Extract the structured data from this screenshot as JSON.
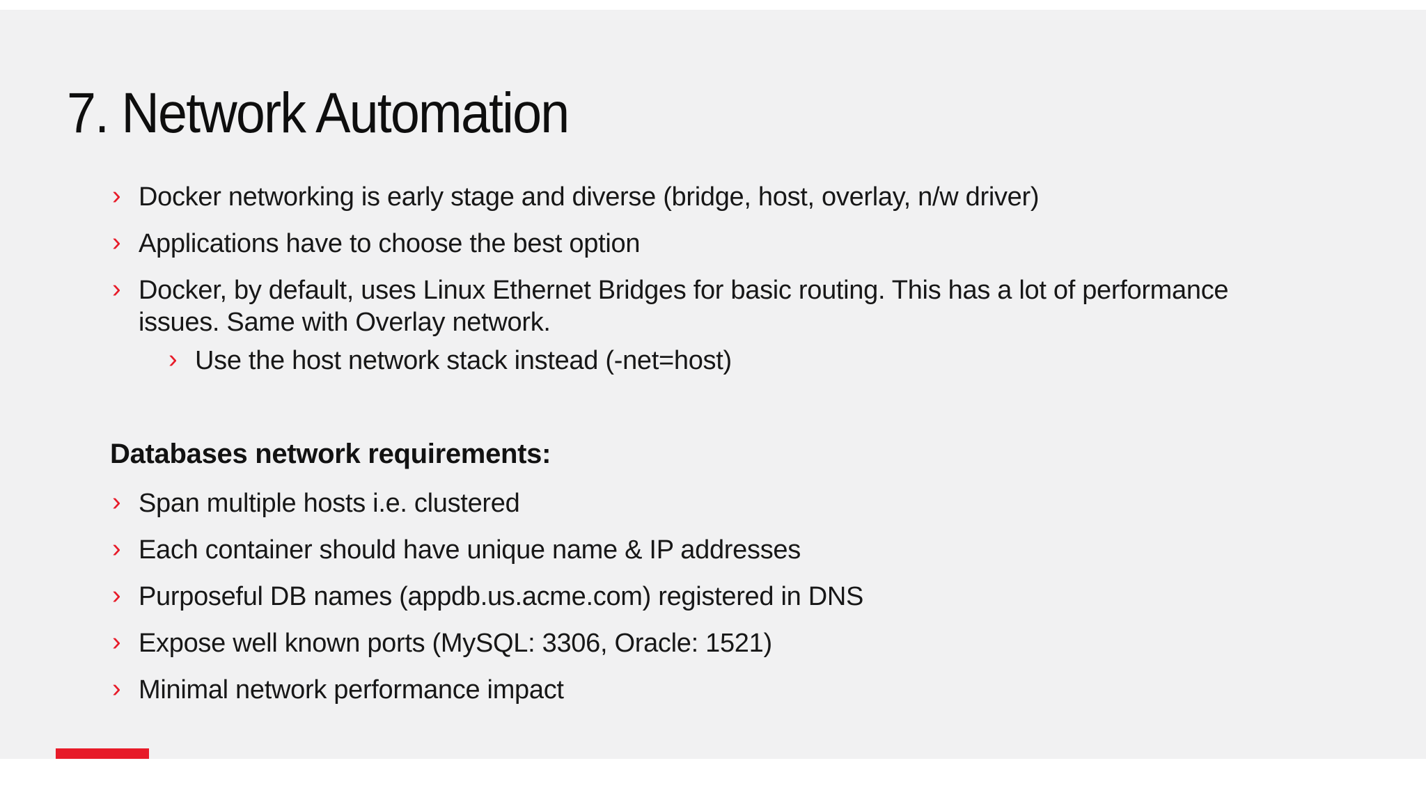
{
  "slide": {
    "title": "7. Network Automation",
    "marker": "›",
    "bullets": [
      {
        "level": 1,
        "text": "Docker networking is early stage and diverse (bridge, host, overlay, n/w driver)"
      },
      {
        "level": 1,
        "text": "Applications have to choose the best option"
      },
      {
        "level": 1,
        "text": "Docker, by default, uses Linux Ethernet Bridges for basic routing. This has a lot of performance issues. Same with Overlay network."
      },
      {
        "level": 2,
        "text": "Use the host network stack instead (-net=host)"
      }
    ],
    "section_heading": "Databases network requirements:",
    "db_bullets": [
      "Span multiple hosts i.e. clustered",
      "Each container should have unique name & IP addresses",
      "Purposeful DB names (appdb.us.acme.com) registered in DNS",
      "Expose well known ports (MySQL: 3306, Oracle: 1521)",
      "Minimal network performance impact"
    ],
    "colors": {
      "accent_red": "#e71b29",
      "slide_bg": "#f1f1f2",
      "page_bg": "#ffffff",
      "text": "#171717"
    }
  }
}
